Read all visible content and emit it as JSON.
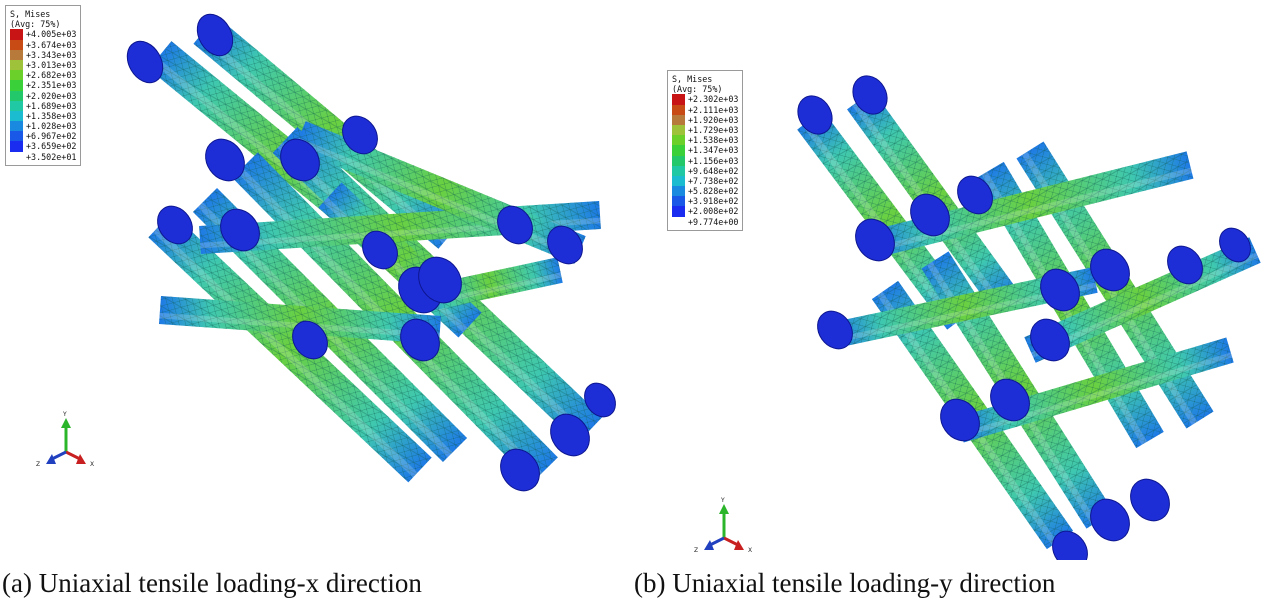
{
  "panels": [
    {
      "caption": "(a) Uniaxial tensile loading-x direction",
      "legend": {
        "title": "S, Mises",
        "subtitle": "(Avg: 75%)",
        "values": [
          "+4.005e+03",
          "+3.674e+03",
          "+3.343e+03",
          "+3.013e+03",
          "+2.682e+03",
          "+2.351e+03",
          "+2.020e+03",
          "+1.689e+03",
          "+1.358e+03",
          "+1.028e+03",
          "+6.967e+02",
          "+3.659e+02",
          "+3.502e+01"
        ]
      },
      "triad": {
        "y": "Y",
        "x": "X",
        "z": "Z"
      }
    },
    {
      "caption": "(b) Uniaxial tensile loading-y direction",
      "legend": {
        "title": "S, Mises",
        "subtitle": "(Avg: 75%)",
        "values": [
          "+2.302e+03",
          "+2.111e+03",
          "+1.920e+03",
          "+1.729e+03",
          "+1.538e+03",
          "+1.347e+03",
          "+1.156e+03",
          "+9.648e+02",
          "+7.738e+02",
          "+5.828e+02",
          "+3.918e+02",
          "+2.008e+02",
          "+9.774e+00"
        ]
      },
      "triad": {
        "y": "Y",
        "x": "X",
        "z": "Z"
      }
    }
  ],
  "colors": {
    "contour": [
      "#c81414",
      "#c84a14",
      "#b87a3a",
      "#9ec23a",
      "#6cd02a",
      "#3ad03a",
      "#22c86a",
      "#20c8a4",
      "#1cbcd0",
      "#1a8ae0",
      "#1a58e8",
      "#1a2cf0"
    ],
    "mesh_base": "#3fc8b0",
    "mesh_high": "#6ad040",
    "mesh_low": "#1e7ae6",
    "end_cap": "#1e2ed6",
    "axis_y": "#2bb52b",
    "axis_x": "#c82020",
    "axis_z": "#2040c0"
  }
}
